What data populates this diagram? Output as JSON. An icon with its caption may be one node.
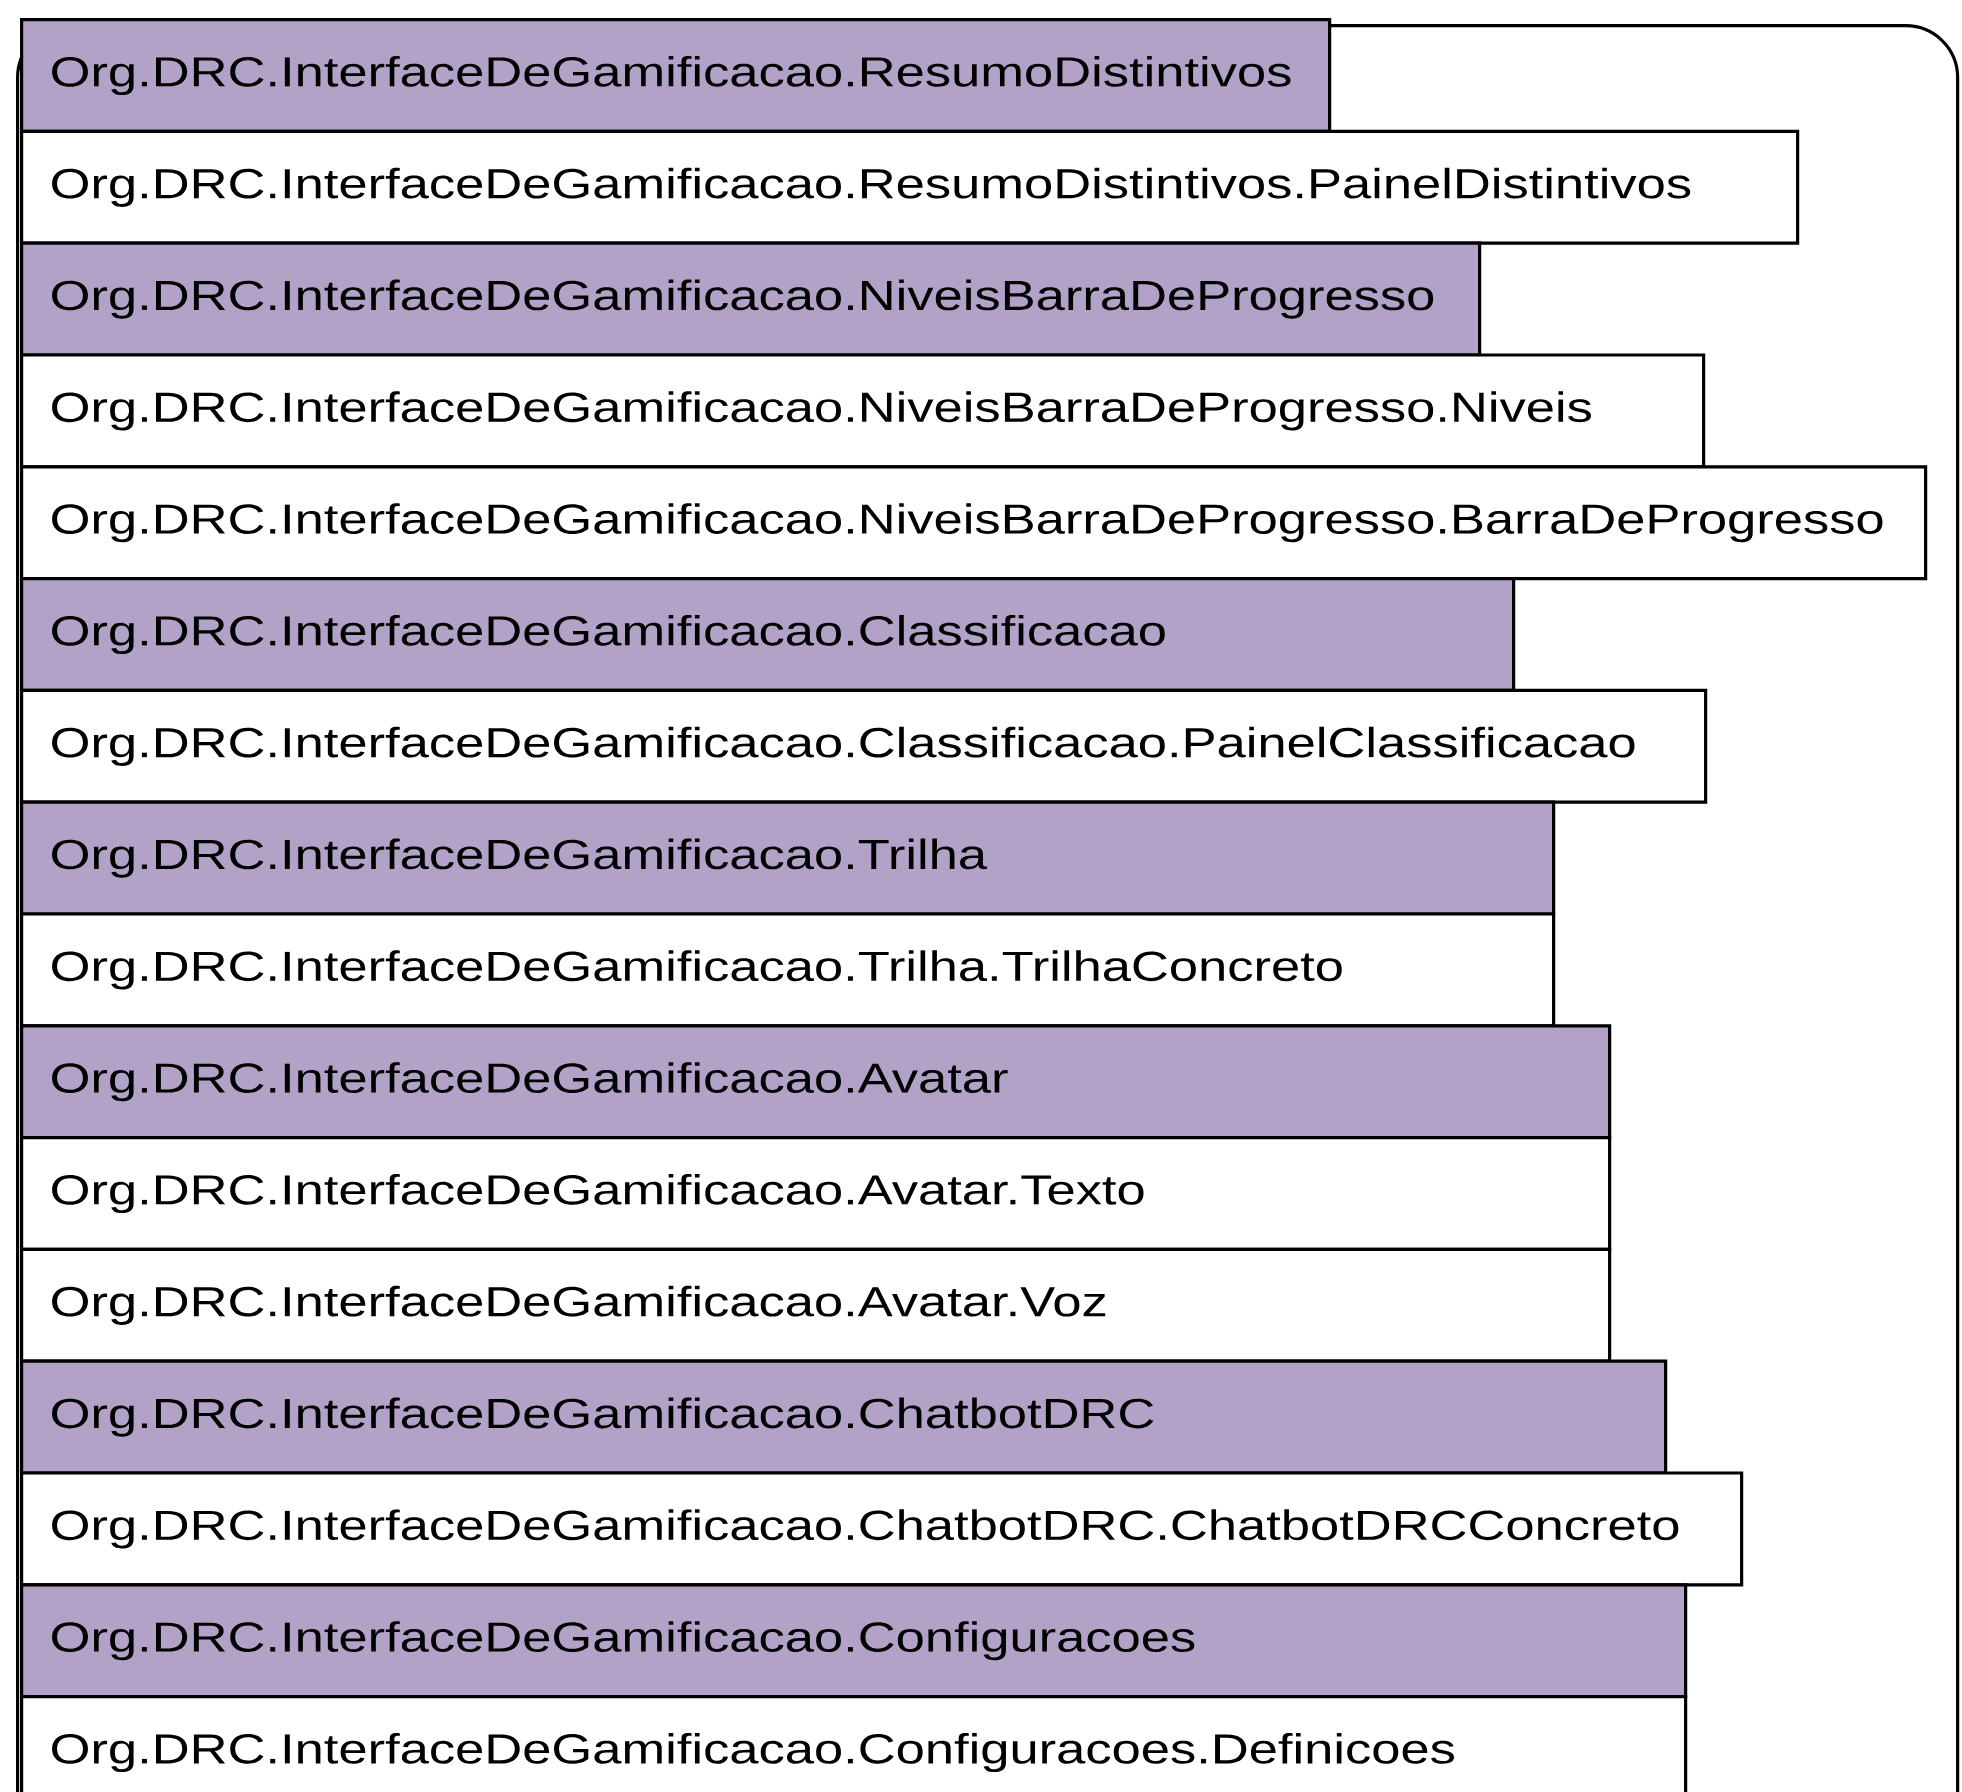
{
  "diagram": {
    "nodes": [
      {
        "text": [],
        "shape": "box"
      },
      {
        "text": [
          "Org.DRC.InterfaceDeGamificacao.ResumoDistintivos"
        ],
        "in": 0
      },
      {
        "text": [
          "Org.DRC.InterfaceDeGamificacao.ResumoDistintivos.PainelDistintivos"
        ],
        "in": 0
      },
      {
        "text": [
          "Org.DRC.InterfaceDeGamificacao.NiveisBarraDeProgresso"
        ],
        "in": 0
      },
      {
        "text": [
          "Org.DRC.InterfaceDeGamificacao.NiveisBarraDeProgresso.Niveis"
        ],
        "in": 0
      },
      {
        "text": [
          "Org.DRC.InterfaceDeGamificacao.NiveisBarraDeProgresso.BarraDeProgresso"
        ],
        "in": 0
      },
      {
        "text": [
          "Org.DRC.InterfaceDeGamificacao.Classificacao"
        ],
        "in": 0
      },
      {
        "text": [
          "Org.DRC.InterfaceDeGamificacao.Classificacao.PainelClassificacao"
        ],
        "in": 0
      },
      {
        "text": [
          "Org.DRC.InterfaceDeGamificacao.Trilha"
        ],
        "in": 0
      },
      {
        "text": [
          "Org.DRC.InterfaceDeGamificacao.Trilha.TrilhaConcreto"
        ],
        "in": 0
      },
      {
        "text": [
          "Org.DRC.InterfaceDeGamificacao.Avatar"
        ],
        "in": 0
      },
      {
        "text": [
          "Org.DRC.InterfaceDeGamificacao.Avatar.Texto"
        ],
        "in": 0
      },
      {
        "text": [
          "Org.DRC.InterfaceDeGamificacao.Avatar.Voz"
        ],
        "in": 0
      },
      {
        "text": [
          "Org.DRC.InterfaceDeGamificacao.ChatbotDRC"
        ],
        "in": 0
      },
      {
        "text": [
          "Org.DRC.InterfaceDeGamificacao.ChatbotDRC.ChatbotDRCConcreto"
        ],
        "in": 0
      },
      {
        "text": [
          "Org.DRC.InterfaceDeGamificacao.Configuracoes"
        ],
        "in": 0
      },
      {
        "text": [
          "Org.DRC.InterfaceDeGamificacao.Configuracoes.Definicoes"
        ],
        "in": 0
      }
    ]
  }
}
